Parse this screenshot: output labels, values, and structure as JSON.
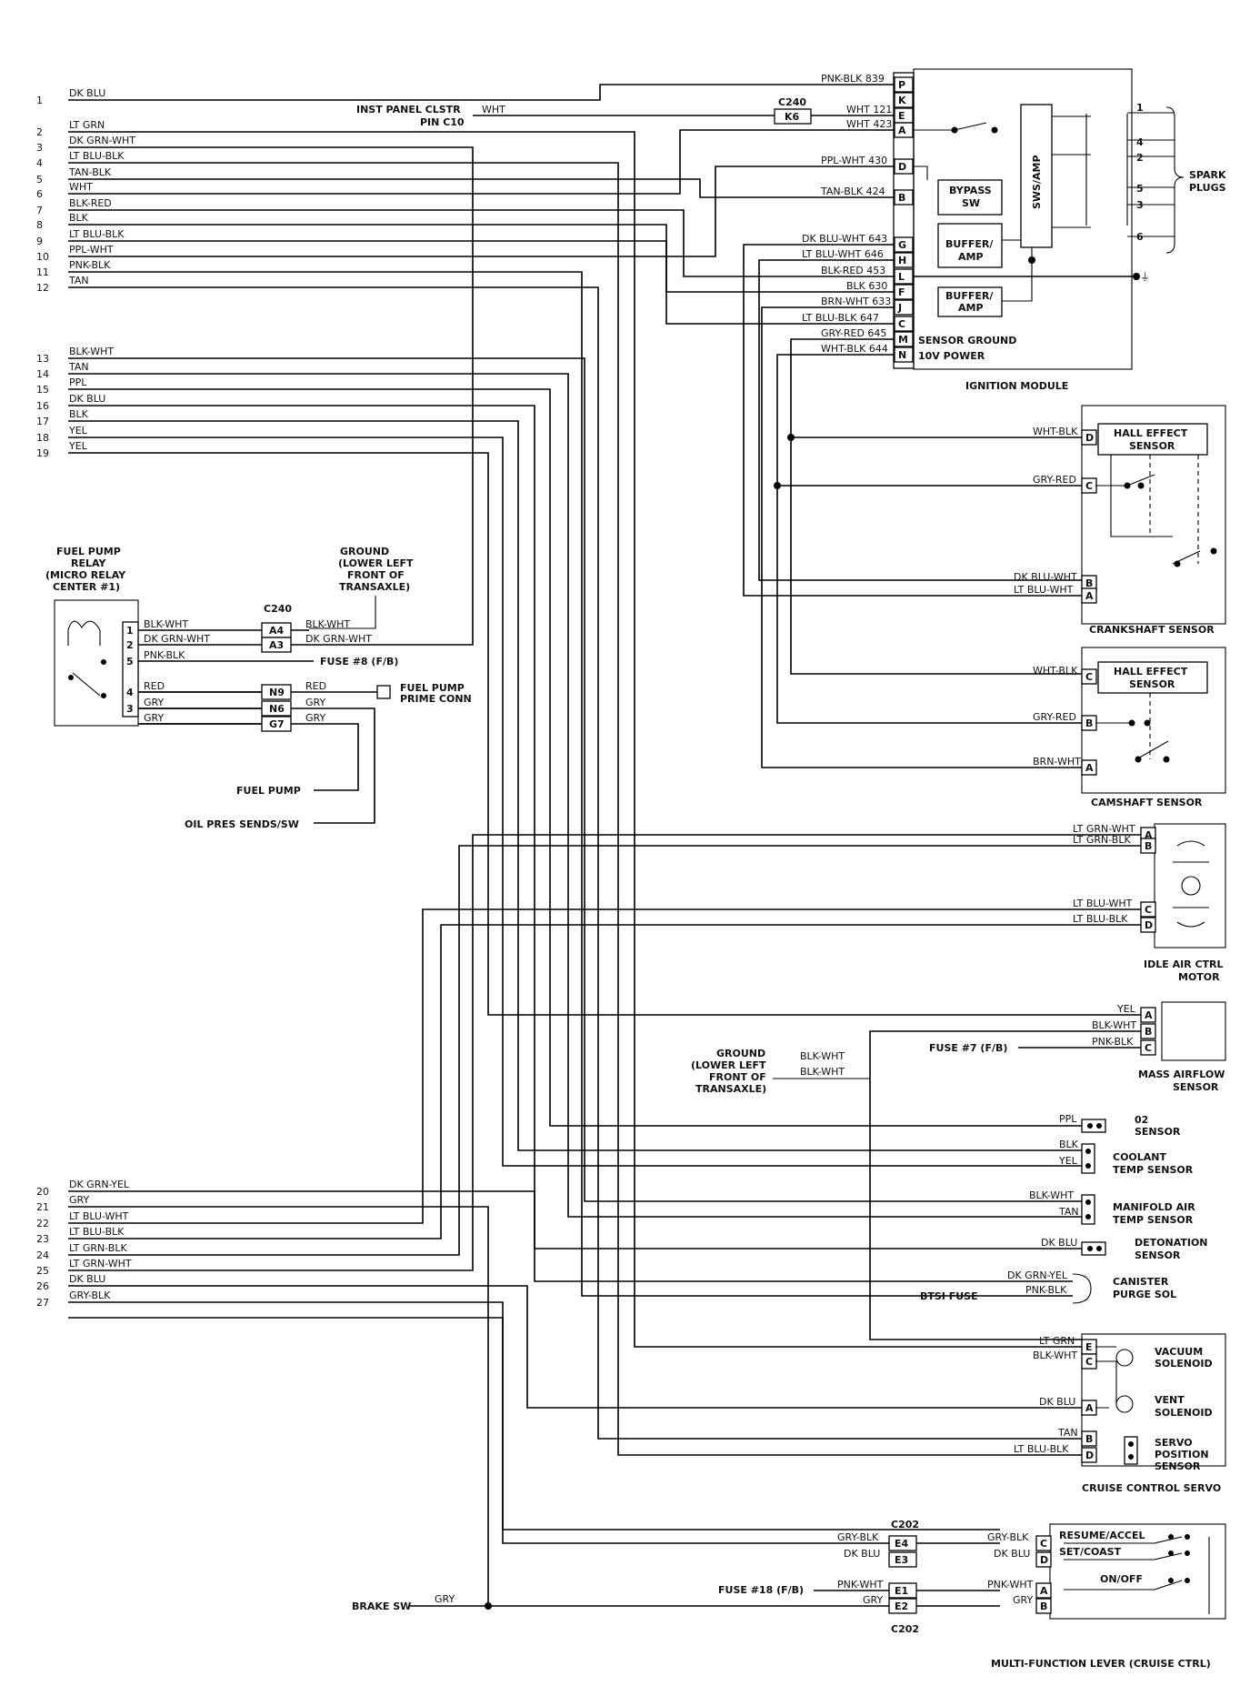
{
  "ecm_pins": [
    {
      "n": "1",
      "wire": "DK BLU"
    },
    {
      "n": "2",
      "wire": "LT GRN"
    },
    {
      "n": "3",
      "wire": "DK GRN-WHT"
    },
    {
      "n": "4",
      "wire": "LT BLU-BLK"
    },
    {
      "n": "5",
      "wire": "TAN-BLK"
    },
    {
      "n": "6",
      "wire": "WHT"
    },
    {
      "n": "7",
      "wire": "BLK-RED"
    },
    {
      "n": "8",
      "wire": "BLK"
    },
    {
      "n": "9",
      "wire": "LT BLU-BLK"
    },
    {
      "n": "10",
      "wire": "PPL-WHT"
    },
    {
      "n": "11",
      "wire": "PNK-BLK"
    },
    {
      "n": "12",
      "wire": "TAN"
    },
    {
      "n": "13",
      "wire": "BLK-WHT"
    },
    {
      "n": "14",
      "wire": "TAN"
    },
    {
      "n": "15",
      "wire": "PPL"
    },
    {
      "n": "16",
      "wire": "DK BLU"
    },
    {
      "n": "17",
      "wire": "BLK"
    },
    {
      "n": "18",
      "wire": "YEL"
    },
    {
      "n": "19",
      "wire": "YEL"
    },
    {
      "n": "20",
      "wire": "DK GRN-YEL"
    },
    {
      "n": "21",
      "wire": "GRY"
    },
    {
      "n": "22",
      "wire": "LT BLU-WHT"
    },
    {
      "n": "23",
      "wire": "LT BLU-BLK"
    },
    {
      "n": "24",
      "wire": "LT GRN-BLK"
    },
    {
      "n": "25",
      "wire": "LT GRN-WHT"
    },
    {
      "n": "26",
      "wire": "DK BLU"
    },
    {
      "n": "27",
      "wire": "GRY-BLK"
    }
  ],
  "inst_panel": {
    "label1": "INST PANEL CLSTR",
    "label2": "PIN C10",
    "wire": "WHT"
  },
  "ignition": {
    "title": "IGNITION MODULE",
    "c240": "C240",
    "k6": "K6",
    "pins": [
      {
        "pin": "P",
        "wire": "PNK-BLK 839"
      },
      {
        "pin": "K",
        "wire": ""
      },
      {
        "pin": "E",
        "wire": "WHT 121"
      },
      {
        "pin": "A",
        "wire": "WHT 423"
      },
      {
        "pin": "D",
        "wire": "PPL-WHT 430"
      },
      {
        "pin": "B",
        "wire": "TAN-BLK 424"
      },
      {
        "pin": "G",
        "wire": "DK BLU-WHT 643"
      },
      {
        "pin": "H",
        "wire": "LT BLU-WHT 646"
      },
      {
        "pin": "L",
        "wire": "BLK-RED 453"
      },
      {
        "pin": "F",
        "wire": "BLK 630"
      },
      {
        "pin": "J",
        "wire": "BRN-WHT 633"
      },
      {
        "pin": "C",
        "wire": "LT BLU-BLK 647"
      },
      {
        "pin": "M",
        "wire": "GRY-RED 645"
      },
      {
        "pin": "N",
        "wire": "WHT-BLK 644"
      }
    ],
    "bypass": [
      "BYPASS",
      "SW"
    ],
    "buffer1": [
      "BUFFER/",
      "AMP"
    ],
    "buffer2": [
      "BUFFER/",
      "AMP"
    ],
    "swsamp": "SWS/AMP",
    "sensor_ground": "SENSOR GROUND",
    "power": "10V POWER",
    "plug_nums": [
      "1",
      "4",
      "2",
      "5",
      "3",
      "6"
    ],
    "spark": [
      "SPARK",
      "PLUGS"
    ]
  },
  "crank": {
    "title": "CRANKSHAFT SENSOR",
    "hall": [
      "HALL EFFECT",
      "SENSOR"
    ],
    "pins": [
      {
        "pin": "D",
        "wire": "WHT-BLK"
      },
      {
        "pin": "C",
        "wire": "GRY-RED"
      },
      {
        "pin": "B",
        "wire": "DK BLU-WHT"
      },
      {
        "pin": "A",
        "wire": "LT BLU-WHT"
      }
    ]
  },
  "cam": {
    "title": "CAMSHAFT SENSOR",
    "hall": [
      "HALL EFFECT",
      "SENSOR"
    ],
    "pins": [
      {
        "pin": "C",
        "wire": "WHT-BLK"
      },
      {
        "pin": "B",
        "wire": "GRY-RED"
      },
      {
        "pin": "A",
        "wire": "BRN-WHT"
      }
    ]
  },
  "iac": {
    "title": [
      "IDLE AIR CTRL",
      "MOTOR"
    ],
    "pins": [
      {
        "pin": "A",
        "wire": "LT GRN-WHT"
      },
      {
        "pin": "B",
        "wire": "LT GRN-BLK"
      },
      {
        "pin": "C",
        "wire": "LT BLU-WHT"
      },
      {
        "pin": "D",
        "wire": "LT BLU-BLK"
      }
    ]
  },
  "maf": {
    "title": [
      "MASS AIRFLOW",
      "SENSOR"
    ],
    "pins": [
      {
        "pin": "A",
        "wire": "YEL"
      },
      {
        "pin": "B",
        "wire": "BLK-WHT"
      },
      {
        "pin": "C",
        "wire": "PNK-BLK"
      }
    ],
    "fuse": "FUSE #7 (F/B)",
    "ground": [
      "GROUND",
      "(LOWER LEFT",
      "FRONT OF",
      "TRANSAXLE)"
    ],
    "gw1": "BLK-WHT",
    "gw2": "BLK-WHT"
  },
  "o2": {
    "wire": "PPL",
    "title": [
      "02",
      "SENSOR"
    ]
  },
  "coolant": {
    "w1": "BLK",
    "w2": "YEL",
    "title": [
      "COOLANT",
      "TEMP SENSOR"
    ]
  },
  "mat": {
    "w1": "BLK-WHT",
    "w2": "TAN",
    "title": [
      "MANIFOLD AIR",
      "TEMP SENSOR"
    ]
  },
  "det": {
    "wire": "DK BLU",
    "title": [
      "DETONATION",
      "SENSOR"
    ]
  },
  "purge": {
    "w1": "DK GRN-YEL",
    "w2": "PNK-BLK",
    "fuse": "BTSI FUSE",
    "title": [
      "CANISTER",
      "PURGE SOL"
    ]
  },
  "servo": {
    "title": "CRUISE CONTROL SERVO",
    "pins": [
      {
        "pin": "E",
        "wire": "LT GRN"
      },
      {
        "pin": "C",
        "wire": "BLK-WHT"
      },
      {
        "pin": "A",
        "wire": "DK BLU"
      },
      {
        "pin": "B",
        "wire": "TAN"
      },
      {
        "pin": "D",
        "wire": "LT BLU-BLK"
      }
    ],
    "vac": [
      "VACUUM",
      "SOLENOID"
    ],
    "vent": [
      "VENT",
      "SOLENOID"
    ],
    "pos": [
      "SERVO",
      "POSITION",
      "SENSOR"
    ]
  },
  "mfl": {
    "title": "MULTI-FUNCTION LEVER (CRUISE CTRL)",
    "c202": "C202",
    "left": [
      {
        "pin": "E4",
        "wire": "GRY-BLK"
      },
      {
        "pin": "E3",
        "wire": "DK BLU"
      },
      {
        "pin": "E1",
        "wire": "PNK-WHT"
      },
      {
        "pin": "E2",
        "wire": "GRY"
      }
    ],
    "right": [
      {
        "pin": "C",
        "wire": "GRY-BLK"
      },
      {
        "pin": "D",
        "wire": "DK BLU"
      },
      {
        "pin": "A",
        "wire": "PNK-WHT"
      },
      {
        "pin": "B",
        "wire": "GRY"
      }
    ],
    "sw": [
      "RESUME/ACCEL",
      "SET/COAST",
      "ON/OFF"
    ],
    "fuse": "FUSE #18 (F/B)",
    "brake": "BRAKE SW",
    "brake_wire": "GRY"
  },
  "fuelpump": {
    "relay": [
      "FUEL PUMP",
      "RELAY",
      "(MICRO RELAY",
      "CENTER #1)"
    ],
    "c240": "C240",
    "pins": [
      "1",
      "2",
      "5",
      "4",
      "3"
    ],
    "wires": [
      {
        "l": "BLK-WHT",
        "c": "A4",
        "r": "BLK-WHT"
      },
      {
        "l": "DK GRN-WHT",
        "c": "A3",
        "r": "DK GRN-WHT"
      },
      {
        "l": "PNK-BLK",
        "c": "",
        "r": "FUSE #8 (F/B)"
      },
      {
        "l": "RED",
        "c": "N9",
        "r": "RED"
      },
      {
        "l": "GRY",
        "c": "N6",
        "r": "GRY"
      },
      {
        "l": "GRY",
        "c": "G7",
        "r": "GRY"
      }
    ],
    "ground": [
      "GROUND",
      "(LOWER LEFT",
      "FRONT OF",
      "TRANSAXLE)"
    ],
    "prime": [
      "FUEL PUMP",
      "PRIME CONN"
    ],
    "pump": "FUEL PUMP",
    "oil": "OIL PRES SENDS/SW"
  }
}
